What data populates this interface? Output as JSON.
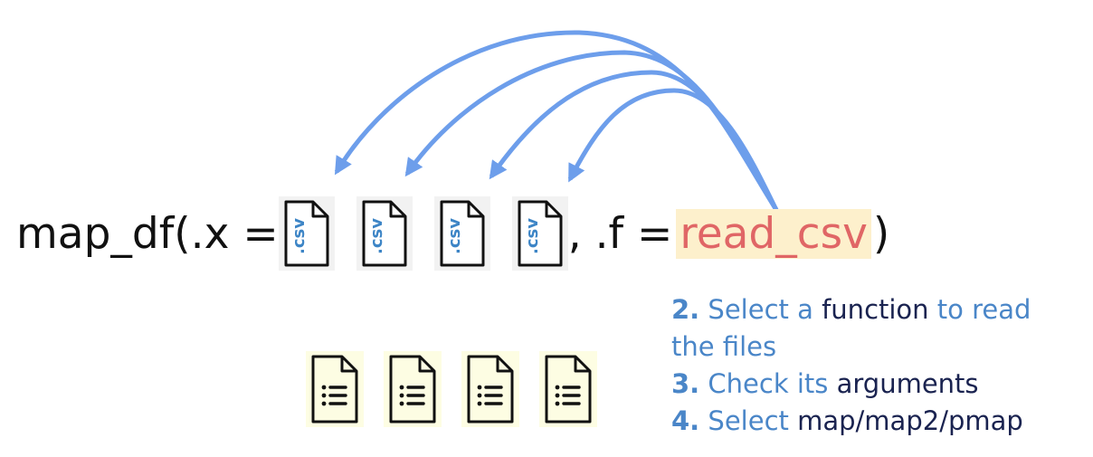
{
  "code": {
    "prefix": "map_df(.x =",
    "separator": ", .f =",
    "function_name": "read_csv",
    "suffix": ")"
  },
  "icons": {
    "csv_label": ".csv",
    "csv_icon_count": 4,
    "dataframe_icon_count": 4,
    "csv_icon_name": "csv-file-icon",
    "dataframe_icon_name": "table-document-icon"
  },
  "steps": [
    {
      "number": "2.",
      "text_a": "Select a",
      "keyword": "function",
      "text_b": "to read the files"
    },
    {
      "number": "3.",
      "text_a": "Check its",
      "keyword": "arguments",
      "text_b": ""
    },
    {
      "number": "4.",
      "text_a": "Select",
      "keyword": "map/map2/pmap",
      "text_b": ""
    }
  ],
  "colors": {
    "arrow": "#6d9eeb",
    "function_text": "#e06666",
    "function_highlight": "#fdf0cc",
    "step_text": "#4a86c8",
    "keyword_text": "#1a2350",
    "csv_label": "#3d85c6",
    "dataframe_bg": "#fdfde3"
  }
}
